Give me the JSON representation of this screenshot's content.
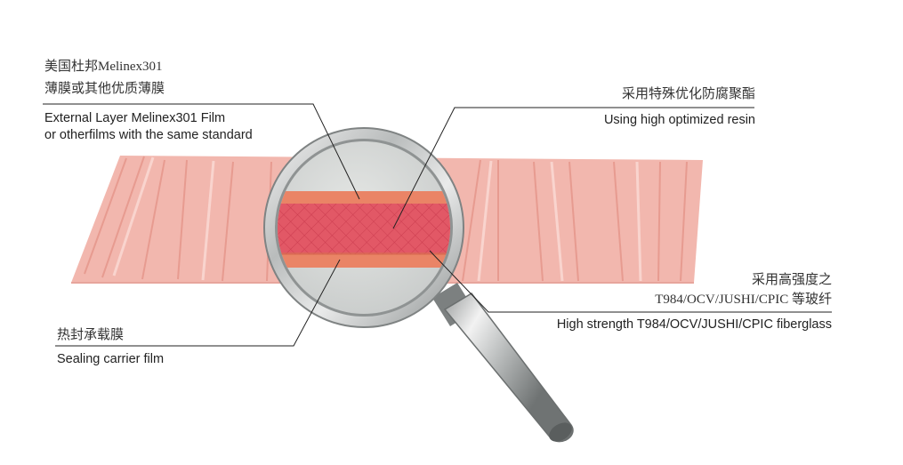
{
  "labels": {
    "outer_film": {
      "cn_line1_prefix": "美国杜邦",
      "cn_line1_code": "Melinex301",
      "cn_line2": "薄膜或其他优质薄膜",
      "en_line1": "External Layer Melinex301 Film",
      "en_line2": "or otherfilms with the same standard"
    },
    "resin": {
      "cn": "采用特殊优化防腐聚酯",
      "en": "Using high optimized resin"
    },
    "fiberglass": {
      "cn_line1": "采用高强度之",
      "cn_line2": "T984/OCV/JUSHI/CPIC 等玻纤",
      "en": "High strength T984/OCV/JUSHI/CPIC fiberglass"
    },
    "carrier_film": {
      "cn": "热封承载膜",
      "en": "Sealing carrier film"
    }
  },
  "colors": {
    "sheet_fill": "#f2b7ae",
    "sheet_rib": "#e79b90",
    "sheet_highlight": "#fbdcd6",
    "outer_layer": "#ea8466",
    "resin_core": "#e25866",
    "mesh": "#c53448",
    "lens_bg": "#d6d8d6",
    "leader": "#222222"
  }
}
